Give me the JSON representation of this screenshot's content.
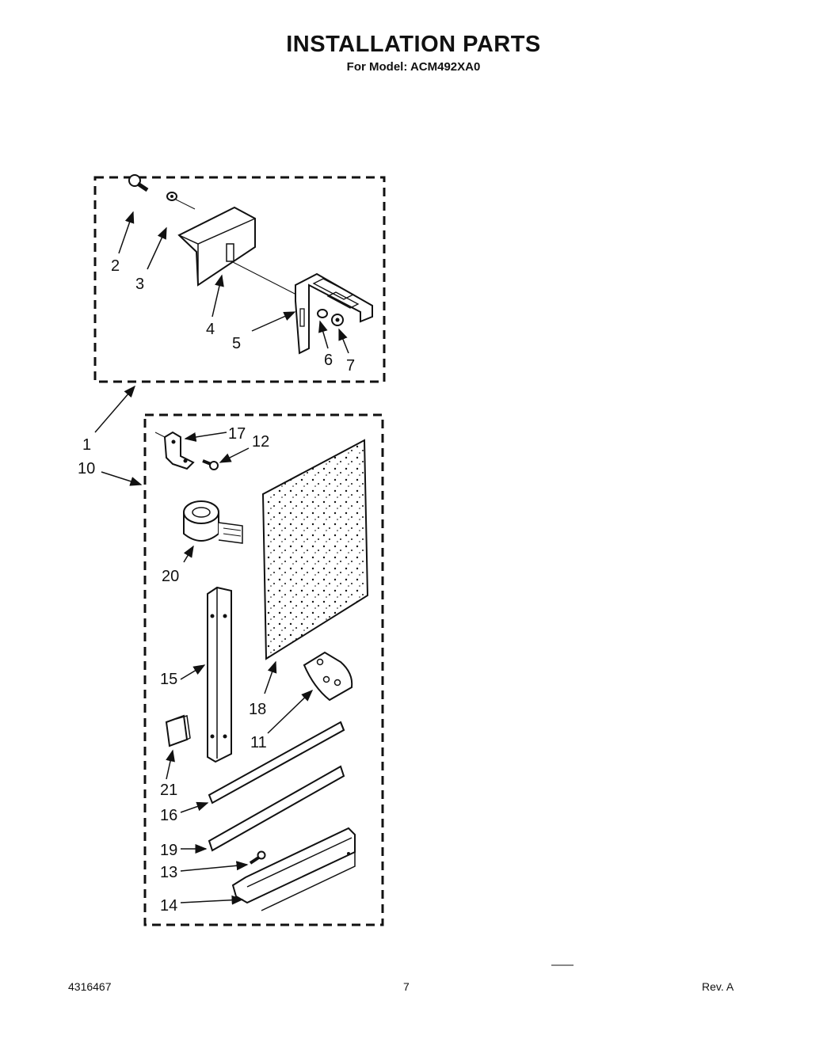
{
  "header": {
    "title": "INSTALLATION PARTS",
    "subtitle": "For Model: ACM492XA0"
  },
  "callouts": [
    {
      "id": "c1",
      "label": "1"
    },
    {
      "id": "c2",
      "label": "2"
    },
    {
      "id": "c3",
      "label": "3"
    },
    {
      "id": "c4",
      "label": "4"
    },
    {
      "id": "c5",
      "label": "5"
    },
    {
      "id": "c6",
      "label": "6"
    },
    {
      "id": "c7",
      "label": "7"
    },
    {
      "id": "c10",
      "label": "10"
    },
    {
      "id": "c11",
      "label": "11"
    },
    {
      "id": "c12",
      "label": "12"
    },
    {
      "id": "c13",
      "label": "13"
    },
    {
      "id": "c14",
      "label": "14"
    },
    {
      "id": "c15",
      "label": "15"
    },
    {
      "id": "c16",
      "label": "16"
    },
    {
      "id": "c17",
      "label": "17"
    },
    {
      "id": "c18",
      "label": "18"
    },
    {
      "id": "c19",
      "label": "19"
    },
    {
      "id": "c20",
      "label": "20"
    },
    {
      "id": "c21",
      "label": "21"
    }
  ],
  "footer": {
    "doc_number": "4316467",
    "page": "7",
    "revision": "Rev. A"
  }
}
